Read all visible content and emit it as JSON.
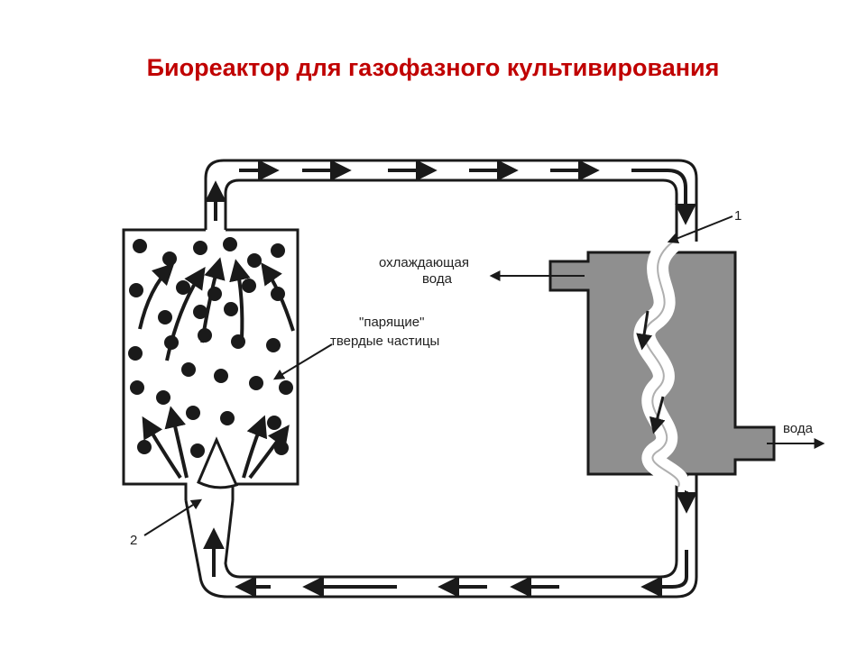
{
  "title": "Биореактор для газофазного культивирования",
  "diagram": {
    "labels": {
      "cooling_water_line1": "охлаждающая",
      "cooling_water_line2": "вода",
      "particles_line1": "\"парящие\"",
      "particles_line2": "твердые частицы",
      "water_out": "вода",
      "marker_1": "1",
      "marker_2": "2"
    },
    "colors": {
      "title": "#c00000",
      "ink": "#1a1a1a",
      "heat_exchanger_fill": "#8f8f8f"
    }
  }
}
